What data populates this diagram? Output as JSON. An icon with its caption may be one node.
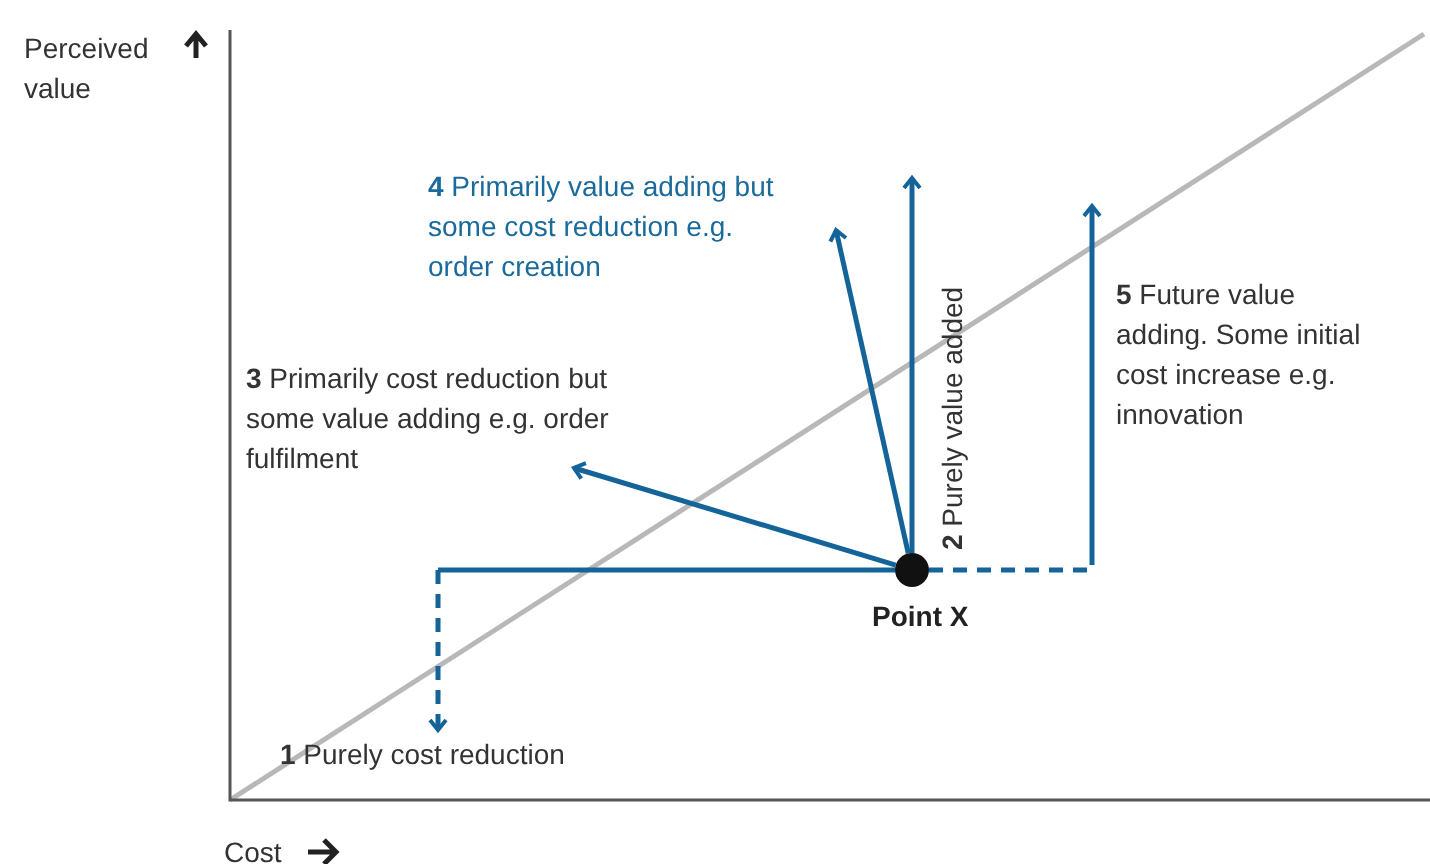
{
  "diagram": {
    "nodes": [
      {
        "text": [],
        "shape": "circle",
        "beside": [
          "Point X"
        ]
      },
      {
        "text": [
          "**1** Purely cost reduction"
        ]
      },
      {
        "text": [
          "**2** Purely value added"
        ]
      },
      {
        "text": [
          "**3** Primarily cost reduction but some value adding e.g. order fulfilment"
        ]
      },
      {
        "text": [
          "**4** Primarily value adding but some cost reduction e.g. order creation"
        ]
      },
      {
        "text": [
          "**5** Future value adding. Some initial cost increase e.g. innovation"
        ]
      }
    ],
    "edges": [
      {
        "from": 0,
        "to": 1,
        "arrow": "to",
        "style": "dashed"
      },
      {
        "from": 0,
        "to": 2,
        "arrow": "to"
      },
      {
        "from": 0,
        "to": 3,
        "arrow": "to"
      },
      {
        "from": 0,
        "to": 4,
        "arrow": "to"
      },
      {
        "from": 0,
        "to": 5,
        "arrow": "to",
        "style": "dashed"
      }
    ],
    "labels": [
      "Perceived value",
      "Cost"
    ]
  }
}
